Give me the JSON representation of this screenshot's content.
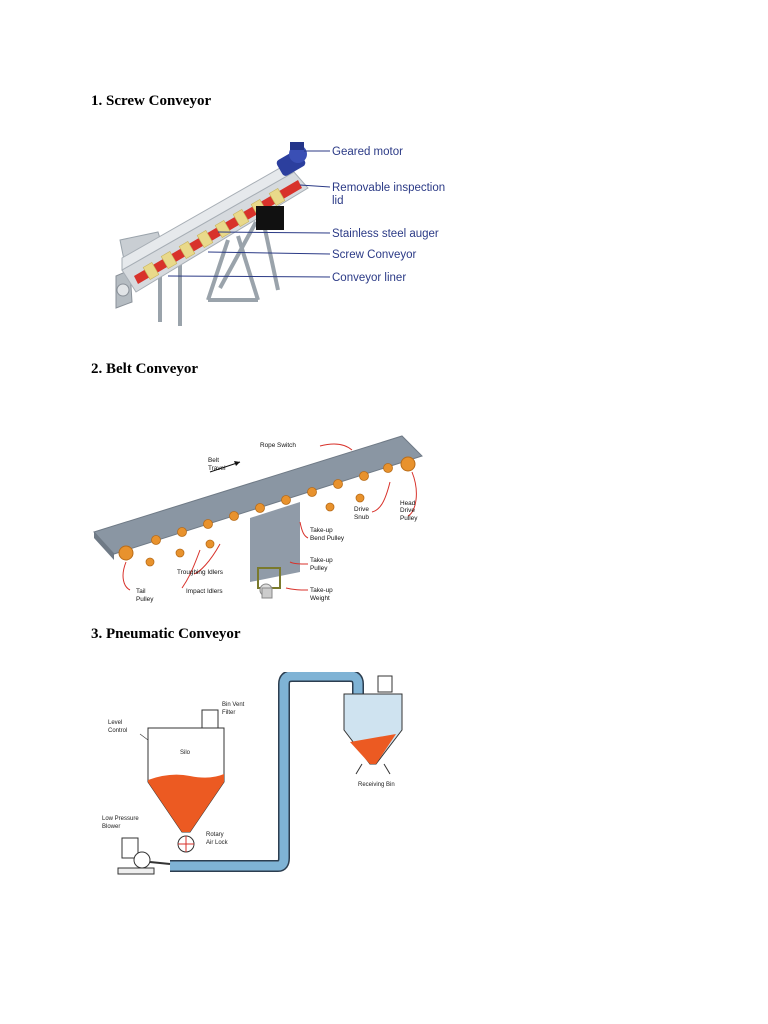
{
  "sections": [
    {
      "heading": "1.  Screw Conveyor"
    },
    {
      "heading": "2. Belt Conveyor"
    },
    {
      "heading": "3. Pneumatic Conveyor"
    }
  ],
  "screw": {
    "labels": {
      "geared_motor": "Geared motor",
      "inspection_lid_1": "Removable inspection",
      "inspection_lid_2": "lid",
      "auger": "Stainless steel auger",
      "screw_conveyor": "Screw Conveyor",
      "liner": "Conveyor liner"
    }
  },
  "belt": {
    "labels": {
      "belt_travel_1": "Belt",
      "belt_travel_2": "Travel",
      "rope_switch": "Rope Switch",
      "head_drive_1": "Head",
      "head_drive_2": "Drive",
      "head_drive_3": "Pulley",
      "drive_snub_1": "Drive",
      "drive_snub_2": "Snub",
      "bend_1": "Take-up",
      "bend_2": "Bend Pulley",
      "tu_pulley_1": "Take-up",
      "tu_pulley_2": "Pulley",
      "tu_weight_1": "Take-up",
      "tu_weight_2": "Weight",
      "troughing": "Troughing Idlers",
      "impact": "Impact Idlers",
      "tail_1": "Tail",
      "tail_2": "Pulley"
    }
  },
  "pneumatic": {
    "labels": {
      "bin_vent_1": "Bin Vent",
      "bin_vent_2": "Filter",
      "level_1": "Level",
      "level_2": "Control",
      "silo": "Silo",
      "rotary_1": "Rotary",
      "rotary_2": "Air Lock",
      "blower_1": "Low Pressure",
      "blower_2": "Blower",
      "receiving": "Receiving Bin"
    }
  },
  "colors": {
    "label_blue": "#2b3a86",
    "auger_red": "#d8322b",
    "belt_grey": "#8a96a3",
    "idler_orange": "#e8922d",
    "material_orange": "#ec5a22",
    "pipe_blue": "#7fb3d5"
  }
}
